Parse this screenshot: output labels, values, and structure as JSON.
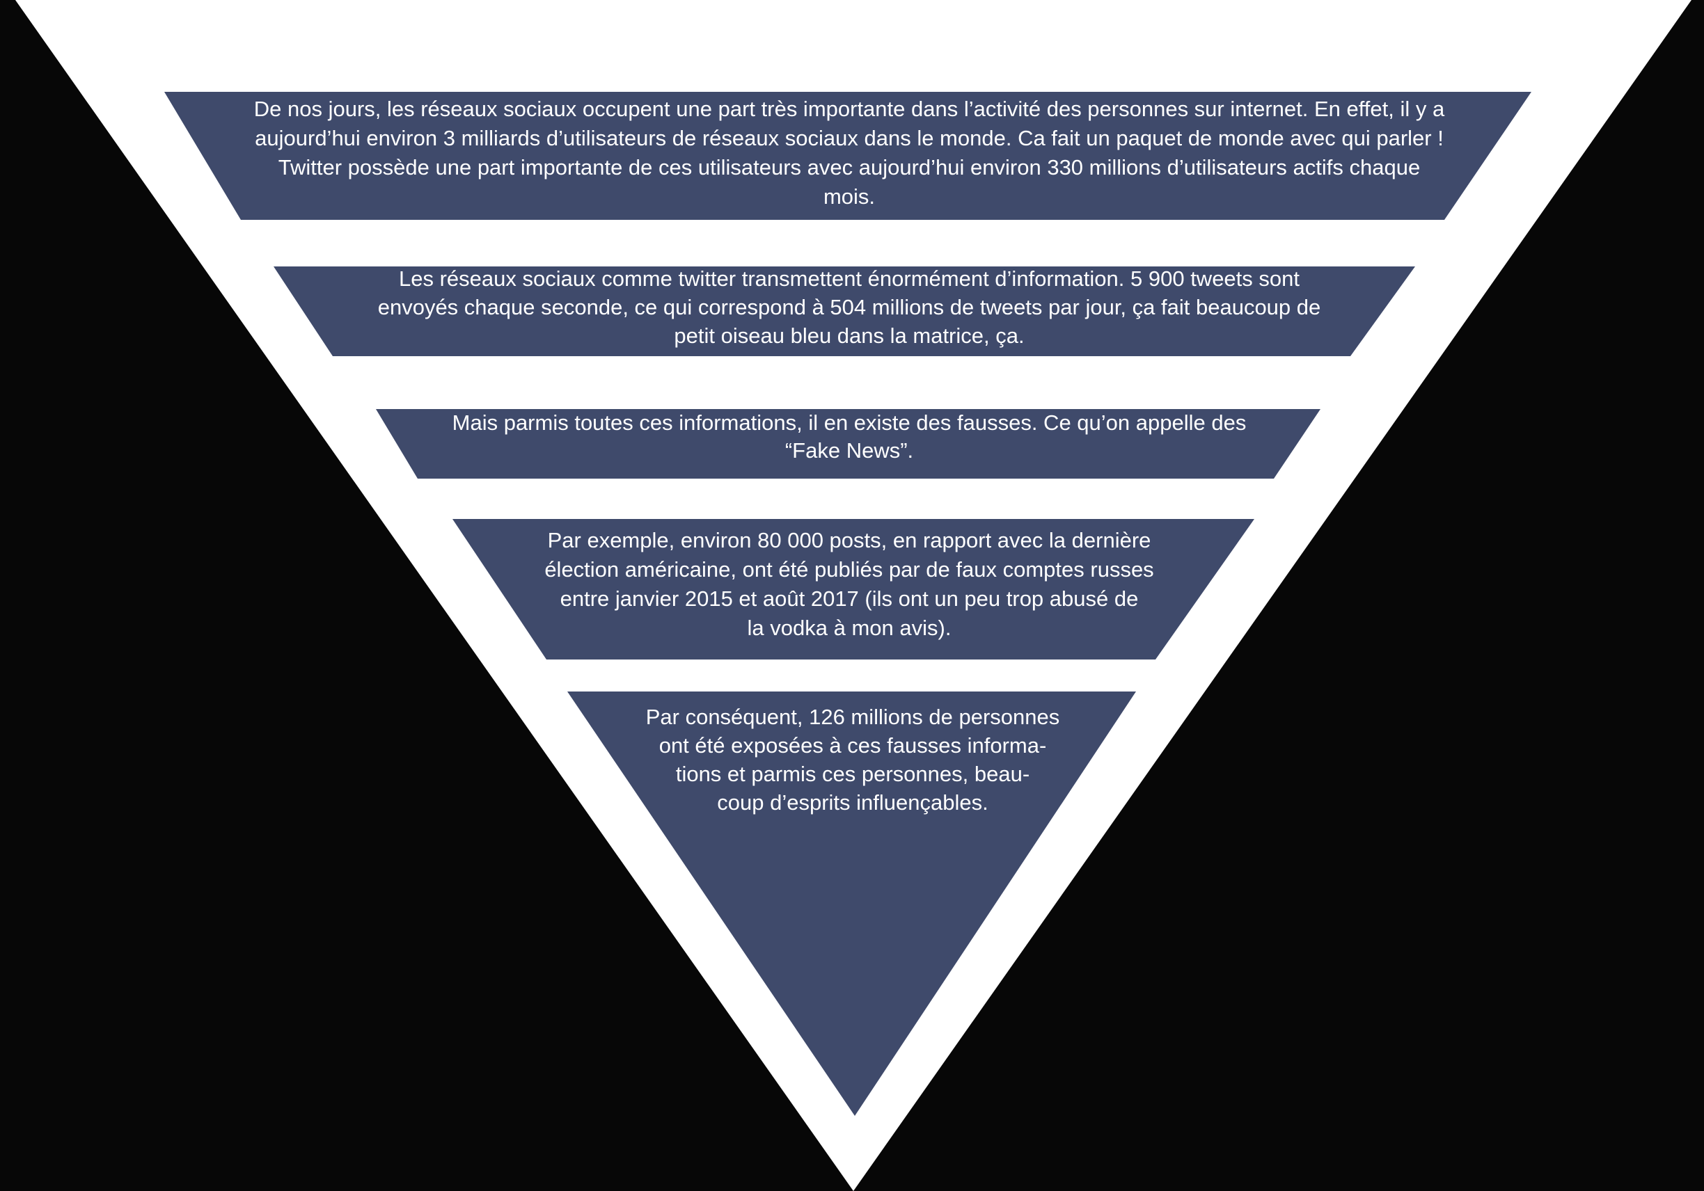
{
  "colors": {
    "frame": "#070707",
    "funnel": "#ffffff",
    "band": "#3f4a6b",
    "text": "#ffffff"
  },
  "pyramid": {
    "levels": [
      {
        "text": "De nos jours, les réseaux sociaux occupent une part très importante dans l’activité des personnes sur internet. En effet, il y a\naujourd’hui environ 3 milliards d’utilisateurs de réseaux sociaux dans le monde. Ca fait un paquet de monde avec qui parler !\nTwitter possède une part importante de ces utilisateurs avec aujourd’hui environ 330 millions d’utilisateurs actifs chaque\nmois."
      },
      {
        "text": "Les réseaux sociaux comme twitter transmettent énormément d’information. 5 900 tweets sont\nenvoyés chaque seconde, ce qui correspond à 504 millions de tweets par jour, ça fait beaucoup de\npetit oiseau bleu dans la matrice, ça."
      },
      {
        "text": "Mais parmis toutes ces informations, il en existe des fausses. Ce qu’on appelle des\n“Fake News”."
      },
      {
        "text": "Par exemple, environ 80 000 posts, en rapport avec la dernière\nélection américaine, ont été publiés par de faux comptes russes\nentre janvier 2015 et août 2017 (ils ont un peu trop abusé de\nla vodka à mon avis)."
      },
      {
        "text": "Par conséquent, 126 millions de personnes\nont été exposées à ces fausses informa-\ntions et parmis ces personnes, beau-\ncoup d’esprits influençables."
      }
    ]
  }
}
